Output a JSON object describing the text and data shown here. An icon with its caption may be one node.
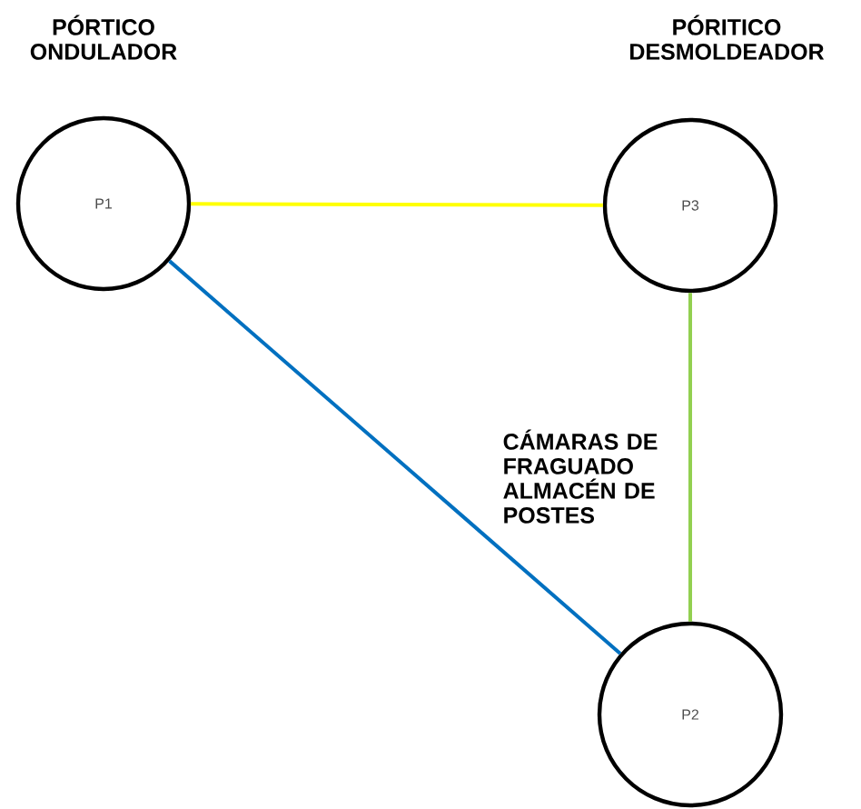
{
  "diagram": {
    "nodes": [
      {
        "text": [
          "PÓRTICO ONDULADOR",
          "P1"
        ]
      },
      {
        "text": [
          "PÓRITICO DESMOLDEADOR",
          "P3"
        ]
      },
      {
        "text": [
          "CÁMARAS DE FRAGUADO ALMACÉN DE POSTES",
          "P2"
        ]
      }
    ],
    "edges": [
      {
        "from": 0,
        "to": 1,
        "arrow": "none",
        "color": "#ffff00"
      },
      {
        "from": 1,
        "to": 2,
        "arrow": "none",
        "color": "#92d050"
      },
      {
        "from": 0,
        "to": 2,
        "arrow": "none",
        "color": "#0070c0"
      }
    ]
  }
}
